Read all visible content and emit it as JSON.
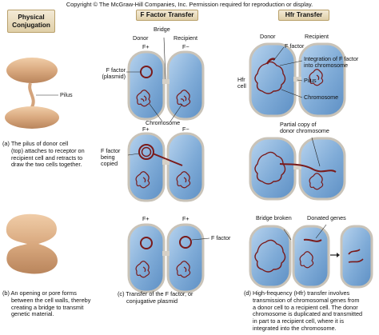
{
  "copyright": "Copyright © The McGraw-Hill Companies, Inc. Permission required for reproduction or display.",
  "headers": {
    "physical": [
      "Physical",
      "Conjugation"
    ],
    "ffactor": "F Factor Transfer",
    "hfr": "Hfr Transfer"
  },
  "labels": {
    "donor": "Donor",
    "recipient": "Recipient",
    "donor2": "Donor",
    "recipient2": "Recipient",
    "bridge": "Bridge",
    "f_plus": "F+",
    "f_minus": "F−",
    "f_plus2": "F+",
    "f_minus2": "F−",
    "f_plus3": "F+",
    "f_plus4": "F+",
    "ffactor_plasmid": [
      "F factor",
      "(plasmid)"
    ],
    "chromosome": "Chromosome",
    "chromosome_hfr": "Chromosome",
    "ffactor_copied": [
      "F factor",
      "being",
      "copied"
    ],
    "ffactor_right": "F factor",
    "pilus": "Pilus",
    "pilus_hfr": "Pilus",
    "hfr_cell": [
      "Hfr",
      "cell"
    ],
    "ffactor_hfr": "F factor",
    "integration": [
      "Integration of F factor",
      "into chromosome"
    ],
    "partial_copy": [
      "Partial copy of",
      "donor chromosome"
    ],
    "bridge_broken": "Bridge broken",
    "donated_genes": "Donated genes"
  },
  "captions": {
    "a": [
      "(a) The pilus of donor cell",
      "(top) attaches to receptor on",
      "recipient cell and retracts to",
      "draw the two cells together."
    ],
    "b": [
      "(b) An opening or pore forms",
      "between the cell walls, thereby",
      "creating a bridge to transmit",
      "genetic material."
    ],
    "c": [
      "(c) Transfer of the F factor, or",
      "conjugative plasmid"
    ],
    "d": [
      "(d) High-frequency (Hfr) transfer involves",
      "transmission of chromosomal genes from",
      "a donor cell to a recipient cell. The donor",
      "chromosome is duplicated and transmitted",
      "in part to a recipient cell, where it is",
      "integrated into the chromosome."
    ]
  },
  "colors": {
    "cell_fill": "#8fb8df",
    "cell_wall": "#c9c3b8",
    "dna": "#7a1a1a",
    "physical_cell": "#d9ad86",
    "header_border": "#b9a06a"
  }
}
